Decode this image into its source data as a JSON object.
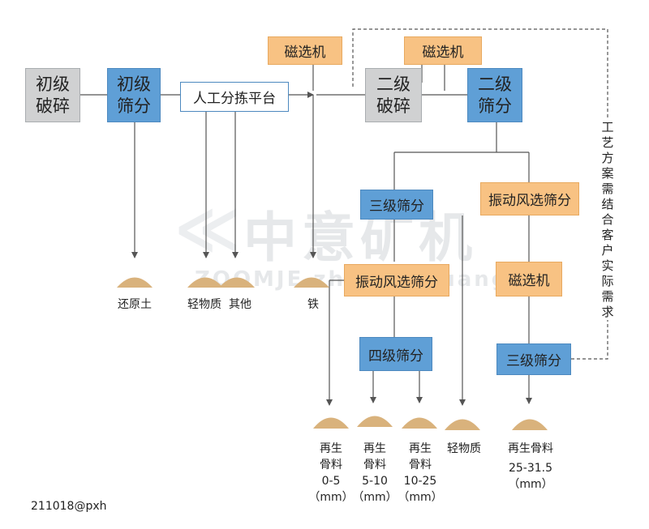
{
  "nodes": {
    "primary_crush": "初级破碎",
    "primary_screen": "初级筛分",
    "manual_sort": "人工分拣平台",
    "magnetic_1": "磁选机",
    "magnetic_2": "磁选机",
    "secondary_crush": "二级破碎",
    "secondary_screen": "二级筛分",
    "tertiary_screen_left": "三级筛分",
    "vibro_air_right": "振动风选筛分",
    "vibro_air_left": "振动风选筛分",
    "magnetic_3": "磁选机",
    "quaternary_screen": "四级筛分",
    "tertiary_screen_right": "三级筛分"
  },
  "products": {
    "reduced_soil": "还原土",
    "light_matter_1": "轻物质",
    "others": "其他",
    "iron": "铁",
    "agg_0_5": [
      "再生",
      "骨料",
      "0-5",
      "（mm）"
    ],
    "agg_5_10": [
      "再生",
      "骨料",
      "5-10",
      "（mm）"
    ],
    "agg_10_25": [
      "再生",
      "骨料",
      "10-25",
      "（mm）"
    ],
    "light_matter_2": "轻物质",
    "agg_25_31": [
      "再生骨料",
      "25-31.5",
      "（mm）"
    ]
  },
  "side_note": "工艺方案需结合客户实际需求",
  "signature": "211018@pxh",
  "watermark": {
    "cn": "中意矿机",
    "en": "ZOOMJE zhongyikuangji"
  },
  "colors": {
    "gray_box": "#d0d1d2",
    "blue_box": "#5f9fd6",
    "orange_box": "#f8c283",
    "line": "#555555",
    "pile": "#d9b27c"
  }
}
